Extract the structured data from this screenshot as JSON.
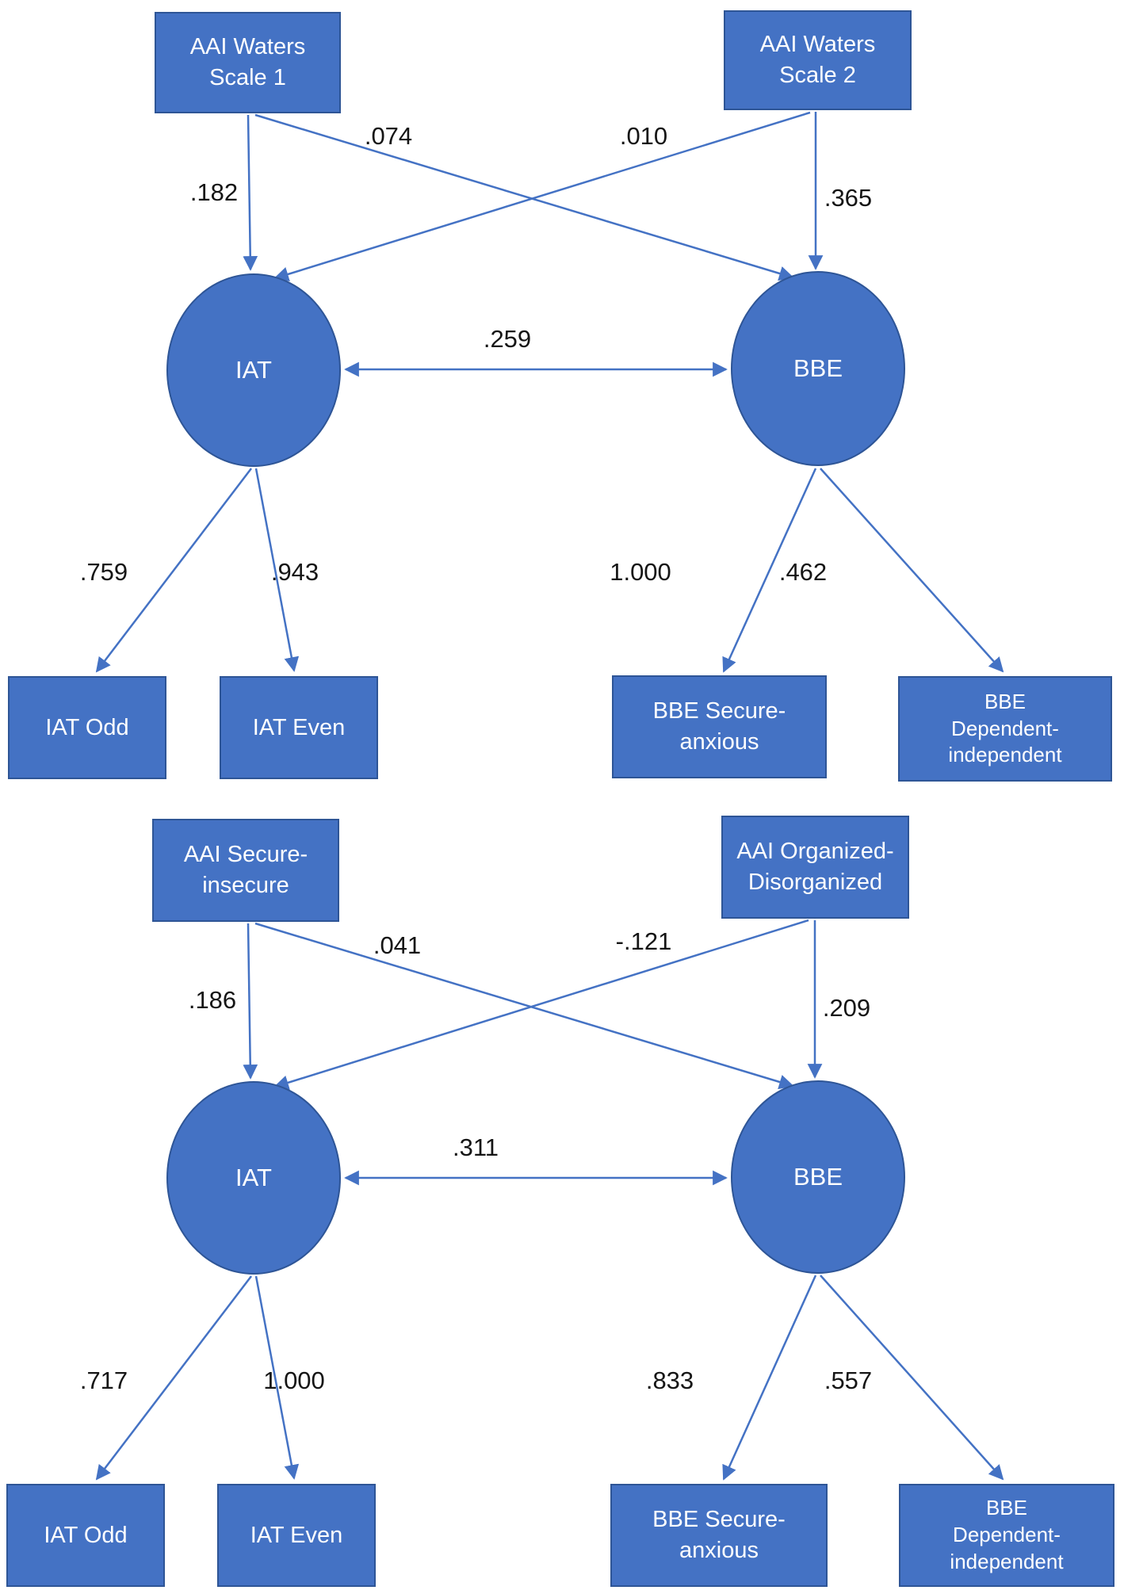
{
  "colors": {
    "node_fill": "#4472C4",
    "node_border": "#2E5596",
    "arrow": "#4472C4",
    "coef_text": "#151515",
    "node_text": "#FFFFFF",
    "background": "#FFFFFF"
  },
  "panel1": {
    "exo_left": "AAI Waters\nScale 1",
    "exo_right": "AAI Waters\nScale 2",
    "latent_left": "IAT",
    "latent_right": "BBE",
    "path_exoL_to_latL": ".182",
    "path_exoL_to_latR": ".074",
    "path_exoR_to_latL": ".010",
    "path_exoR_to_latR": ".365",
    "covariance_latL_latR": ".259",
    "loading_latL_ind1": ".759",
    "loading_latL_ind2": ".943",
    "loading_latR_ind1": "1.000",
    "loading_latR_ind2": ".462",
    "ind_latL_1": "IAT Odd",
    "ind_latL_2": "IAT Even",
    "ind_latR_1": "BBE Secure-\nanxious",
    "ind_latR_2": "BBE\nDependent-\nindependent"
  },
  "panel2": {
    "exo_left": "AAI Secure-\ninsecure",
    "exo_right": "AAI Organized-\nDisorganized",
    "latent_left": "IAT",
    "latent_right": "BBE",
    "path_exoL_to_latL": ".186",
    "path_exoL_to_latR": ".041",
    "path_exoR_to_latL": "-.121",
    "path_exoR_to_latR": ".209",
    "covariance_latL_latR": ".311",
    "loading_latL_ind1": ".717",
    "loading_latL_ind2": "1.000",
    "loading_latR_ind1": ".833",
    "loading_latR_ind2": ".557",
    "ind_latL_1": "IAT Odd",
    "ind_latL_2": "IAT Even",
    "ind_latR_1": "BBE Secure-\nanxious",
    "ind_latR_2": "BBE\nDependent-\nindependent"
  }
}
